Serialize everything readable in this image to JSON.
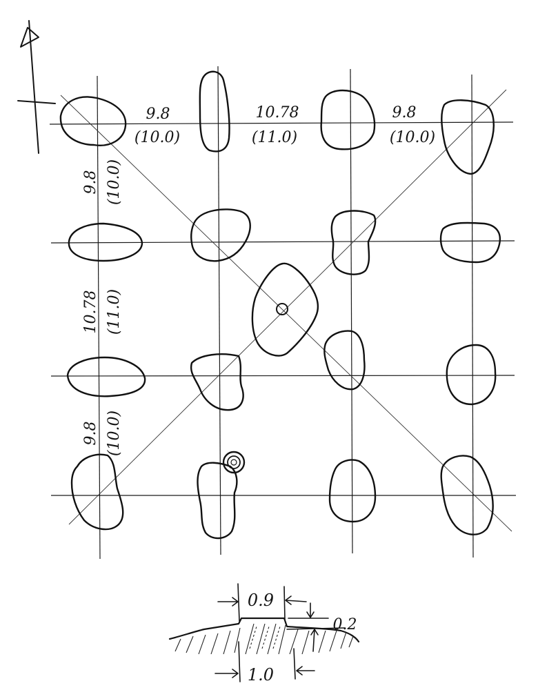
{
  "plan": {
    "spacings_x": [
      {
        "value": "9.8",
        "paren": "(10.0)"
      },
      {
        "value": "10.78",
        "paren": "(11.0)"
      },
      {
        "value": "9.8",
        "paren": "(10.0)"
      }
    ],
    "spacings_y": [
      {
        "value": "9.8",
        "paren": "(10.0)"
      },
      {
        "value": "10.78",
        "paren": "(11.0)"
      },
      {
        "value": "9.8",
        "paren": "(10.0)"
      }
    ]
  },
  "section": {
    "top_width": "0.9",
    "height": "0.2",
    "base_width": "1.0"
  },
  "colors": {
    "ink": "#141414",
    "paper": "#ffffff"
  }
}
